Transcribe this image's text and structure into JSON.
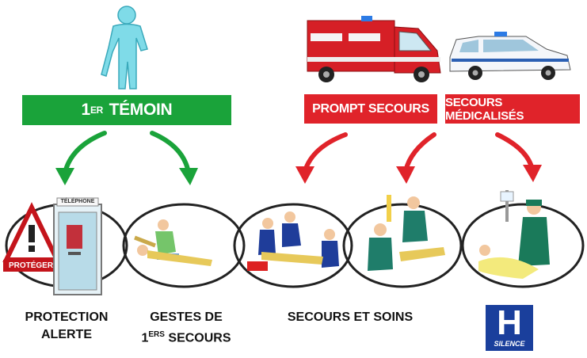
{
  "banners": {
    "first_witness_sup": "ER",
    "first_witness_main": "TÉMOIN",
    "first_witness_num": "1",
    "prompt_secours": "PROMPT SECOURS",
    "secours_medicalises": "SECOURS MÉDICALISÉS"
  },
  "labels": {
    "proteger": "PROTÉGER",
    "telephone": "TÉLÉPHONE"
  },
  "captions": {
    "protection_line1": "PROTECTION",
    "protection_line2": "ALERTE",
    "gestes_line1": "GESTES DE",
    "gestes_line2_num": "1",
    "gestes_line2_sup": "ERS",
    "gestes_line2_main": "SECOURS",
    "secours_soins": "SECOURS ET SOINS"
  },
  "hospital": {
    "letter": "H",
    "word": "SILENCE"
  },
  "colors": {
    "green": "#1aa33a",
    "red": "#e0232a",
    "hospital_blue": "#1a3f9c",
    "person_cyan": "#7fdbe8"
  },
  "icons": [
    "person-icon",
    "fire-truck-icon",
    "ambulance-car-icon",
    "warning-sign-icon",
    "phone-booth-icon",
    "hospital-sign-icon"
  ]
}
